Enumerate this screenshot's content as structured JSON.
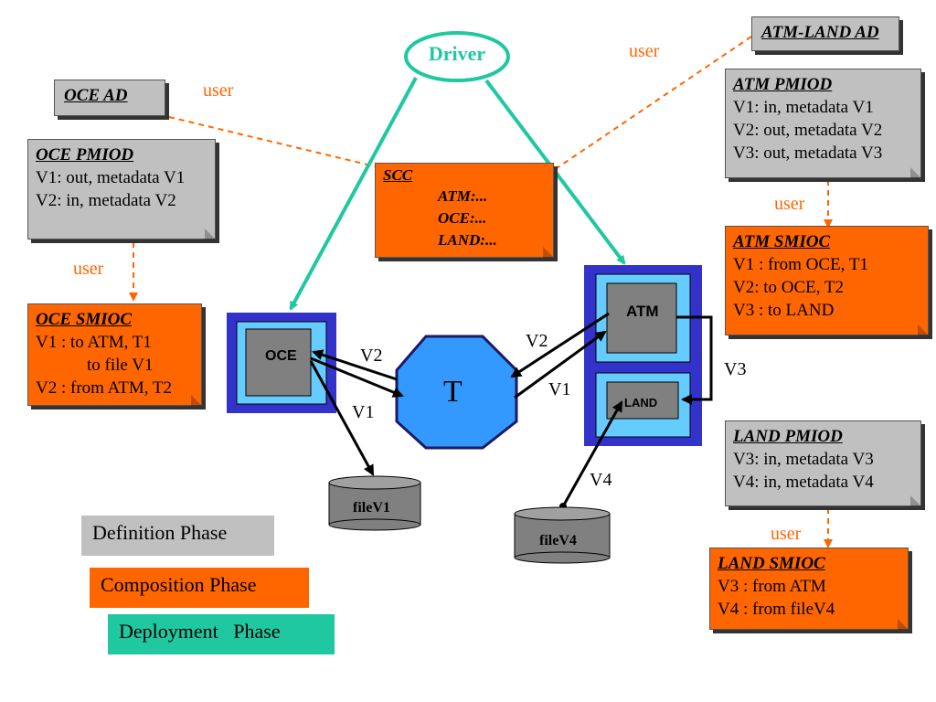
{
  "driver": {
    "label": "Driver"
  },
  "oce_ad": {
    "title": "OCE AD"
  },
  "atm_land_ad": {
    "title": "ATM-LAND AD"
  },
  "user_labels": {
    "oce_ad": "user",
    "atm_ad": "user",
    "oce": "user",
    "atm": "user",
    "land": "user"
  },
  "oce_pmiod": {
    "title": "OCE PMIOD",
    "lines": [
      "V1: out, metadata V1",
      "V2: in, metadata V2"
    ]
  },
  "oce_smioc": {
    "title": "OCE SMIOC",
    "lines": [
      "V1 : to ATM, T1",
      "to file V1",
      "V2 : from ATM, T2"
    ]
  },
  "scc": {
    "title": "SCC",
    "lines": [
      "ATM:...",
      "OCE:...",
      "LAND:..."
    ]
  },
  "atm_pmiod": {
    "title": "ATM PMIOD",
    "lines": [
      "V1: in, metadata V1",
      "V2: out, metadata V2",
      "V3: out, metadata V3"
    ]
  },
  "atm_smioc": {
    "title": "ATM SMIOC",
    "lines": [
      "V1 : from OCE, T1",
      "V2: to OCE, T2",
      "V3 : to LAND"
    ]
  },
  "land_pmiod": {
    "title": "LAND PMIOD",
    "lines": [
      "V3: in, metadata V3",
      "V4: in, metadata V4"
    ]
  },
  "land_smioc": {
    "title": "LAND SMIOC",
    "lines": [
      "V3 : from ATM",
      "V4 : from fileV4"
    ]
  },
  "components": {
    "oce": "OCE",
    "t": "T",
    "atm": "ATM",
    "land": "LAND"
  },
  "files": {
    "file_v1": "fileV1",
    "file_v4": "fileV4"
  },
  "flow_labels": {
    "v2_left": "V2",
    "v1_left": "V1",
    "v2_right": "V2",
    "v1_right": "V1",
    "v3": "V3",
    "v4": "V4"
  },
  "legend": {
    "definition": "Definition Phase",
    "composition": "Composition Phase",
    "deployment": "Deployment   Phase"
  },
  "colors": {
    "definition": "#c0c0c0",
    "composition": "#ff6600",
    "deployment": "#1fc8a0",
    "component_outer": "#3333cc",
    "component_inner": "#66ccff"
  }
}
